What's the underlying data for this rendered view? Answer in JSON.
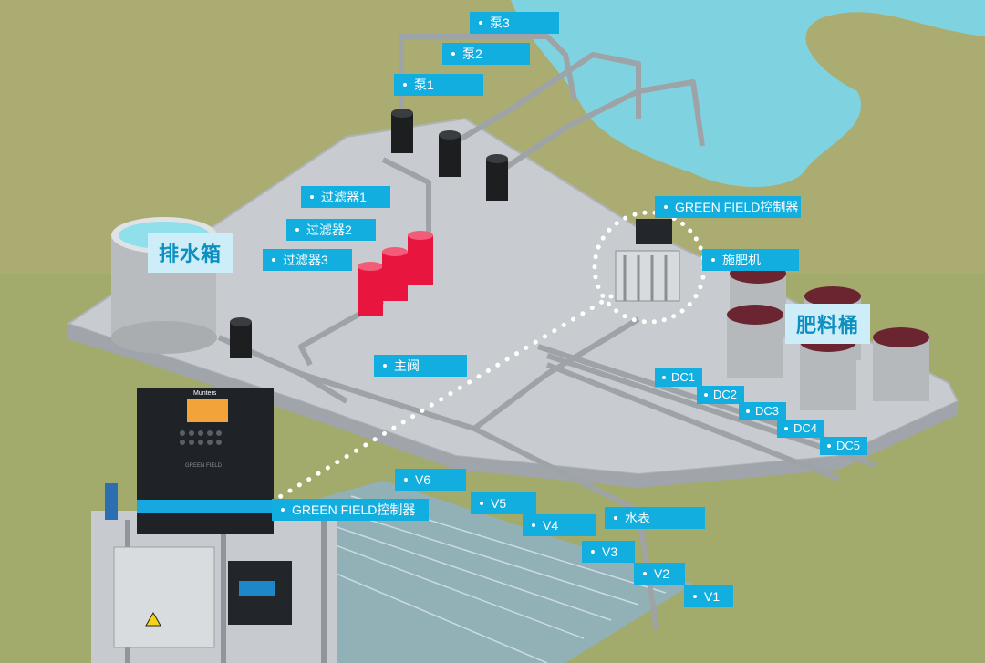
{
  "labels": {
    "drain_tank": "排水箱",
    "fertilizer_tanks": "肥料桶",
    "pump1": "泵1",
    "pump2": "泵2",
    "pump3": "泵3",
    "filter1": "过滤器1",
    "filter2": "过滤器2",
    "filter3": "过滤器3",
    "controller_top": "GREEN FIELD控制器",
    "fertigation": "施肥机",
    "main_valve": "主阀",
    "controller_bottom": "GREEN FIELD控制器",
    "water_meter": "水表",
    "dc1": "DC1",
    "dc2": "DC2",
    "dc3": "DC3",
    "dc4": "DC4",
    "dc5": "DC5",
    "v1": "V1",
    "v2": "V2",
    "v3": "V3",
    "v4": "V4",
    "v5": "V5",
    "v6": "V6"
  },
  "device_branding": {
    "brand": "Munters",
    "model": "GREEN FIELD"
  },
  "colors": {
    "grass": "#9fa86a",
    "water": "#7fd3e0",
    "platform": "#c9cdd1",
    "label_bg": "#13aee0",
    "filter_red": "#e8163f",
    "pump_black": "#1c1e20"
  }
}
